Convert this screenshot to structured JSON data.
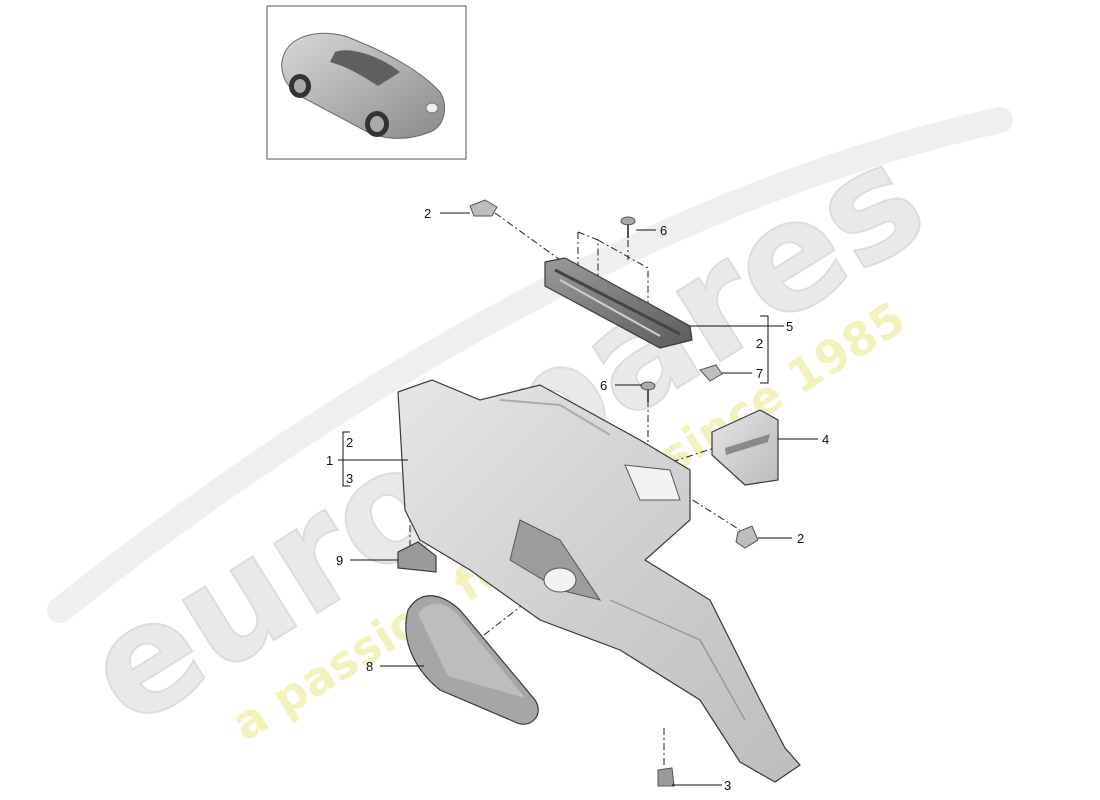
{
  "watermark": {
    "brand": "eurospares",
    "tagline": "a passion for parts since 1985",
    "brand_color": "#e8e8e8",
    "tagline_color": "#f1f0b4"
  },
  "thumbnail": {
    "icon": "car-icon"
  },
  "callouts": [
    {
      "id": "c2-top",
      "label": "2"
    },
    {
      "id": "c6-top",
      "label": "6"
    },
    {
      "id": "c5",
      "label": "5"
    },
    {
      "id": "c2-bracket",
      "label": "2"
    },
    {
      "id": "c7",
      "label": "7"
    },
    {
      "id": "c6-mid",
      "label": "6"
    },
    {
      "id": "c1",
      "label": "1"
    },
    {
      "id": "c1-sub2",
      "label": "2"
    },
    {
      "id": "c1-sub3",
      "label": "3"
    },
    {
      "id": "c4",
      "label": "4"
    },
    {
      "id": "c2-right",
      "label": "2"
    },
    {
      "id": "c9",
      "label": "9"
    },
    {
      "id": "c8",
      "label": "8"
    },
    {
      "id": "c3",
      "label": "3"
    }
  ]
}
